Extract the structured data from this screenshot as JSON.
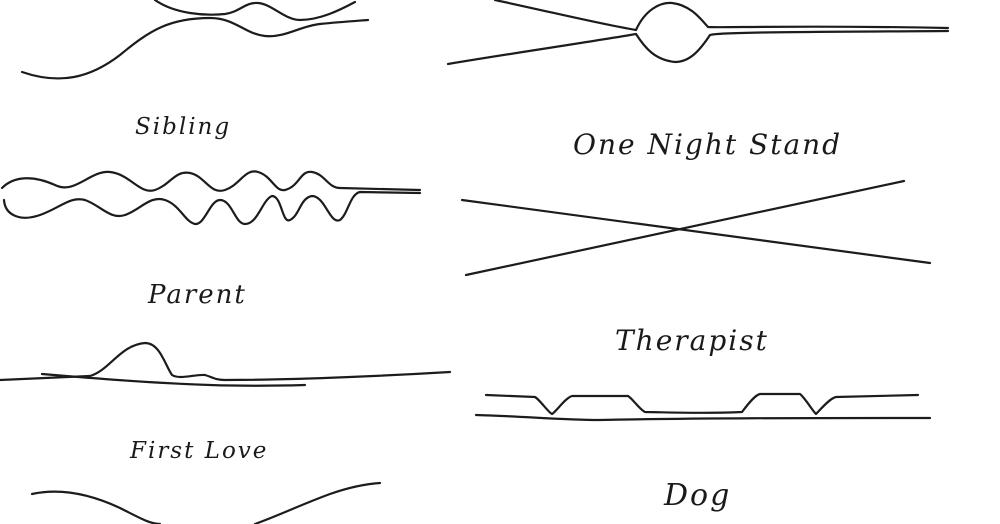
{
  "diagram": {
    "title": "",
    "stroke_color": "#1c1c1c",
    "background": "#ffffff",
    "panels": [
      {
        "id": "unlabeled-top-left",
        "label": "",
        "shape": "two lines weaving together then tapering off"
      },
      {
        "id": "unlabeled-top-right",
        "label": "",
        "shape": "two lines converge, form a loop, then run parallel"
      },
      {
        "id": "sibling",
        "label": "Sibling",
        "shape": "two lines wavering repeatedly then running parallel"
      },
      {
        "id": "one-night-stand",
        "label": "One Night Stand",
        "shape": "two straight lines crossing once"
      },
      {
        "id": "parent",
        "label": "Parent",
        "shape": "lines mostly together with one large bump"
      },
      {
        "id": "therapist",
        "label": "Therapist",
        "shape": "two nearly-parallel lines with periodic dips touching"
      },
      {
        "id": "first-love",
        "label": "First Love",
        "shape": "single curve dipping down"
      },
      {
        "id": "dog",
        "label": "Dog",
        "shape": ""
      }
    ]
  }
}
